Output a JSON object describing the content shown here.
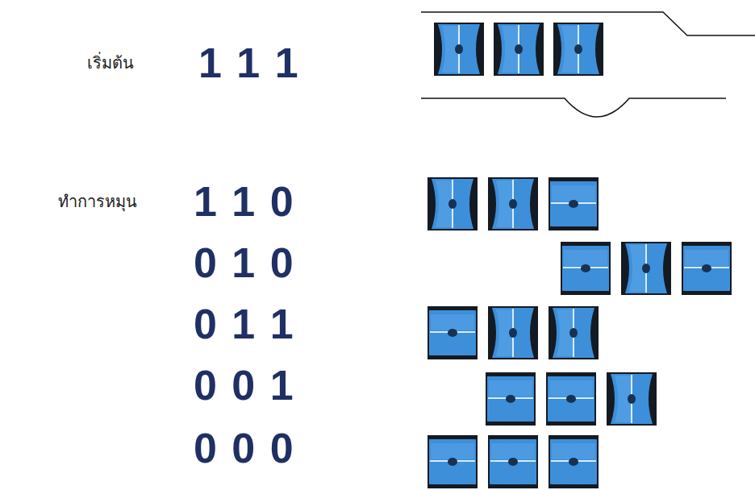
{
  "diagram": {
    "labels": [
      "เริ่มต้น",
      "1 1 1",
      "ทำการหมุน",
      "1 1 0",
      "0 1 0",
      "0 1 1",
      "0 0 1",
      "0 0 0"
    ]
  }
}
